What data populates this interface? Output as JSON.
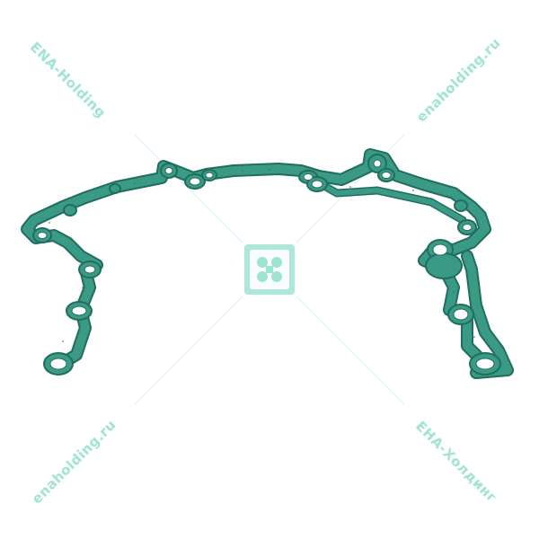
{
  "watermarks": {
    "top_left": "ENA-Holding",
    "top_right": "enaholding.ru",
    "bottom_left": "enaholding.ru",
    "bottom_right": "ЕНА-Холдинг"
  },
  "colors": {
    "gasket": "#3a9a86",
    "gasket_edge": "#1f6e5e",
    "watermark": "#8fe0cc",
    "logo": "#9fe3d3"
  },
  "icons": {
    "center_logo": "ena-logo-icon"
  }
}
